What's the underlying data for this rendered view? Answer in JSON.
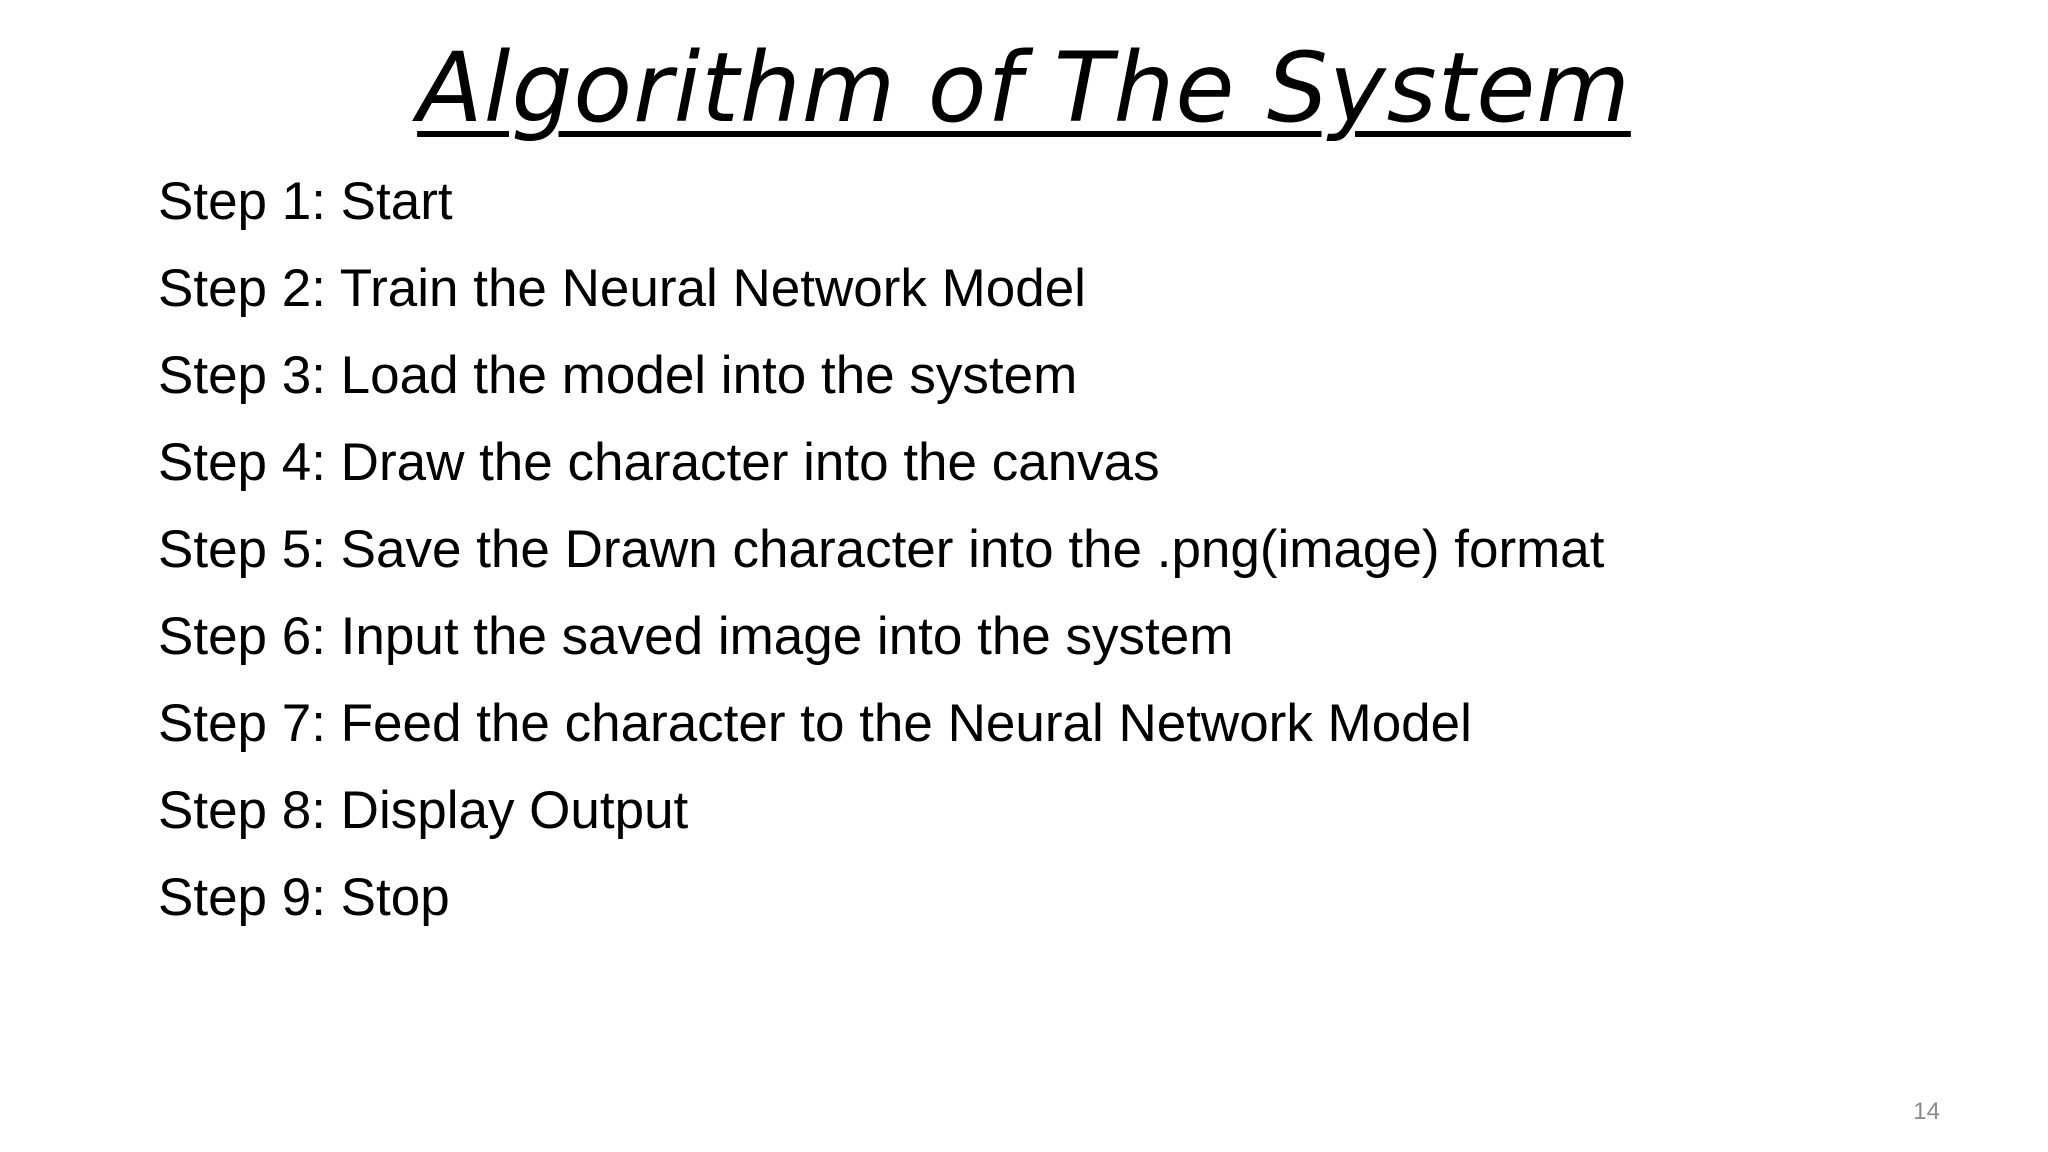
{
  "slide": {
    "title": "Algorithm of The System",
    "steps": [
      "Step 1: Start",
      "Step 2: Train the Neural Network Model",
      "Step 3: Load the model into the system",
      "Step 4: Draw the character into the canvas",
      "Step 5: Save the Drawn character into the .png(image) format",
      "Step 6: Input the saved image into the system",
      "Step 7: Feed the character to the Neural Network Model",
      "Step 8: Display Output",
      "Step 9: Stop"
    ],
    "page_number": "14"
  },
  "colors": {
    "background": "#ffffff",
    "text": "#000000",
    "page_number": "#8a8a8a"
  }
}
